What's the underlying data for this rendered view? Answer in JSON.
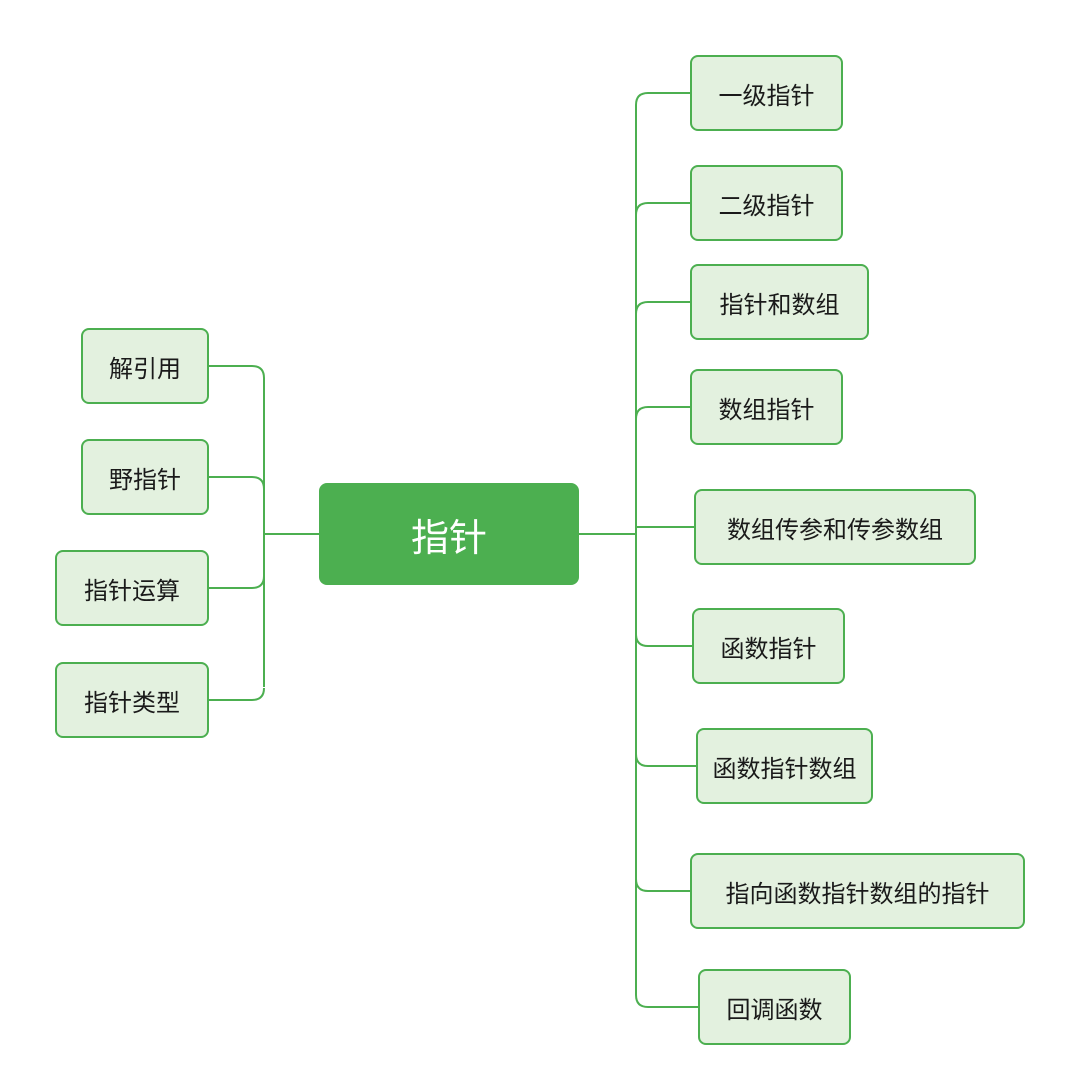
{
  "diagram": {
    "root": {
      "label": "指针"
    },
    "left_children": [
      {
        "label": "解引用"
      },
      {
        "label": "野指针"
      },
      {
        "label": "指针运算"
      },
      {
        "label": "指针类型"
      }
    ],
    "right_children": [
      {
        "label": "一级指针"
      },
      {
        "label": "二级指针"
      },
      {
        "label": "指针和数组"
      },
      {
        "label": "数组指针"
      },
      {
        "label": "数组传参和传参数组"
      },
      {
        "label": "函数指针"
      },
      {
        "label": "函数指针数组"
      },
      {
        "label": "指向函数指针数组的指针"
      },
      {
        "label": "回调函数"
      }
    ]
  },
  "colors": {
    "root_fill": "#4caf50",
    "node_fill": "#e3f1df",
    "node_border": "#4caf50",
    "connector": "#4caf50"
  }
}
